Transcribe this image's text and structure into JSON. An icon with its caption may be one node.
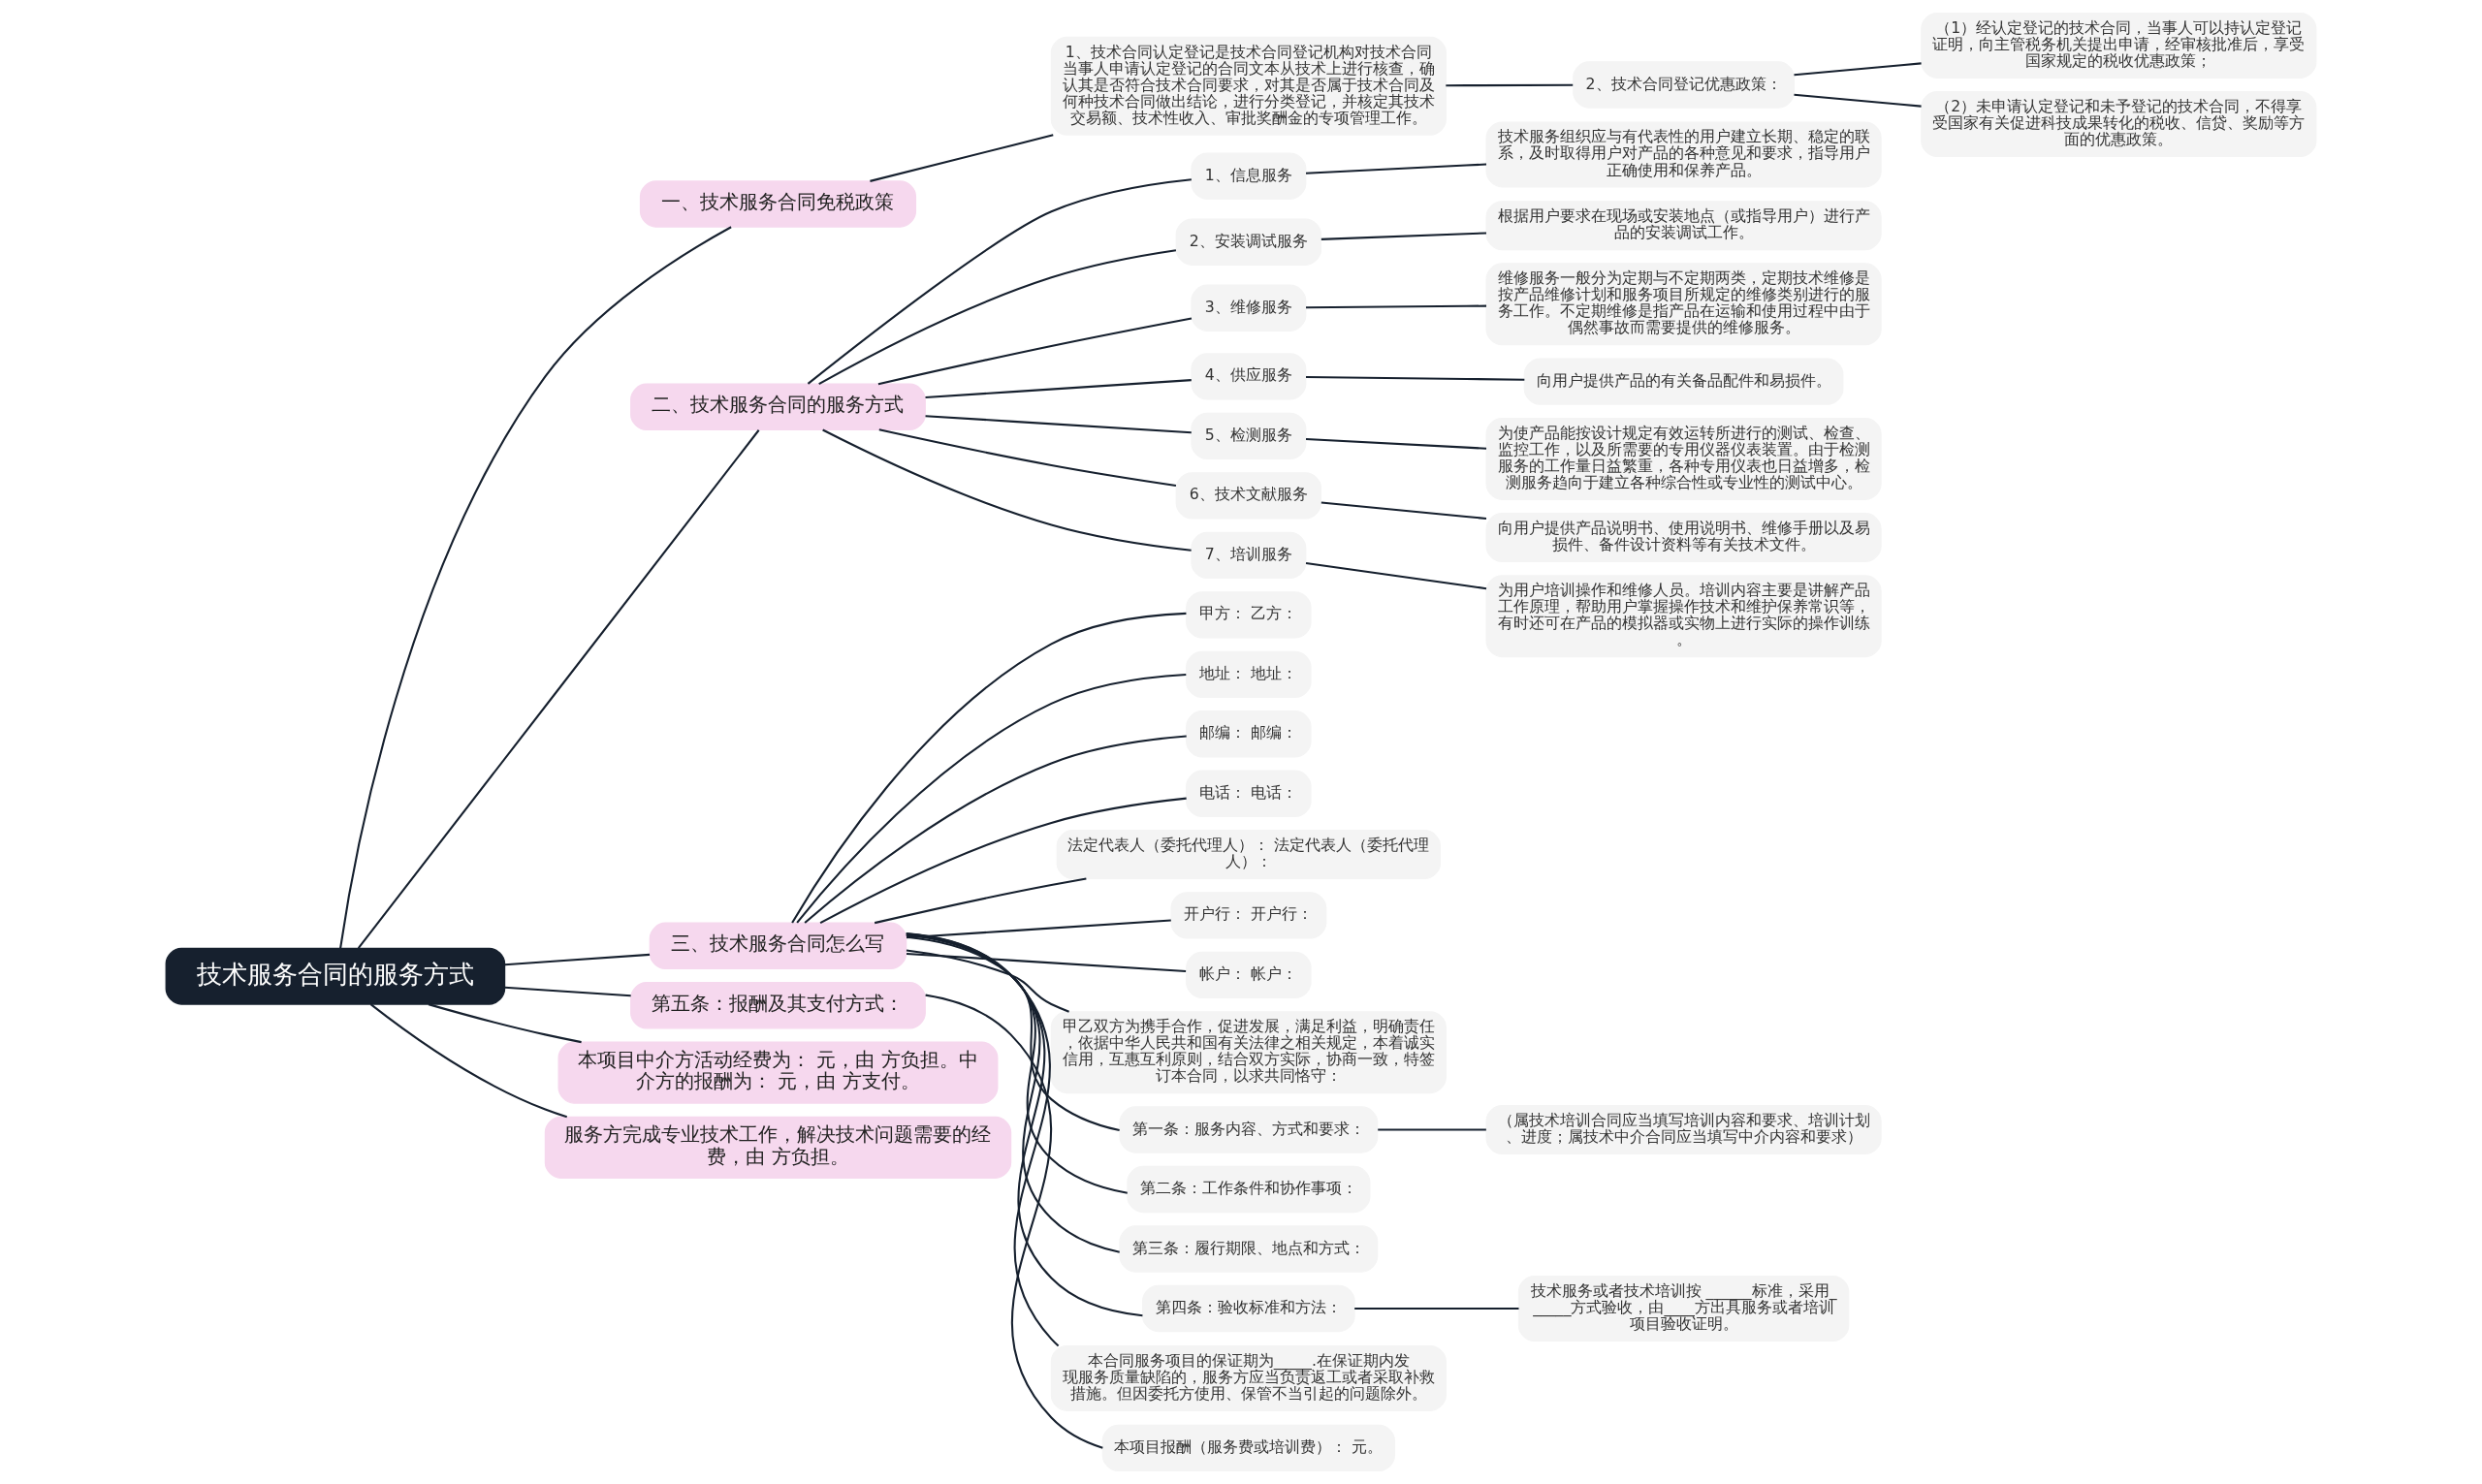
{
  "diagram": {
    "nodes": [
      {
        "text": [
          "技术服务合同的服务方式"
        ]
      },
      {
        "text": [
          "一、技术服务合同免税政策"
        ]
      },
      {
        "text": [
          "1、技术合同认定登记是技术合同登记机构对技术合同当事人申请认定登记的合同文本从技术上进行核查，确认其是否符合技术合同要求，对其是否属于技术合同及何种技术合同做出结论，进行分类登记，并核定其技术交易额、技术性收入、审批奖酬金的专项管理工作。"
        ]
      },
      {
        "text": [
          "2、技术合同登记优惠政策："
        ]
      },
      {
        "text": [
          "（1）经认定登记的技术合同，当事人可以持认定登记证明，向主管税务机关提出申请，经审核批准后，享受国家规定的税收优惠政策；"
        ]
      },
      {
        "text": [
          "（2）未申请认定登记和未予登记的技术合同，不得享受国家有关促进科技成果转化的税收、信贷、奖励等方面的优惠政策。"
        ]
      },
      {
        "text": [
          "二、技术服务合同的服务方式"
        ]
      },
      {
        "text": [
          "1、信息服务"
        ]
      },
      {
        "text": [
          "技术服务组织应与有代表性的用户建立长期、稳定的联系，及时取得用户对产品的各种意见和要求，指导用户正确使用和保养产品。"
        ]
      },
      {
        "text": [
          "2、安装调试服务"
        ]
      },
      {
        "text": [
          "根据用户要求在现场或安装地点（或指导用户）进行产品的安装调试工作。"
        ]
      },
      {
        "text": [
          "3、维修服务"
        ]
      },
      {
        "text": [
          "维修服务一般分为定期与不定期两类，定期技术维修是按产品维修计划和服务项目所规定的维修类别进行的服务工作。不定期维修是指产品在运输和使用过程中由于偶然事故而需要提供的维修服务。"
        ]
      },
      {
        "text": [
          "4、供应服务"
        ]
      },
      {
        "text": [
          "向用户提供产品的有关备品配件和易损件。"
        ]
      },
      {
        "text": [
          "5、检测服务"
        ]
      },
      {
        "text": [
          "为使产品能按设计规定有效运转所进行的测试、检查、监控工作，以及所需要的专用仪器仪表装置。由于检测服务的工作量日益繁重，各种专用仪表也日益增多，检测服务趋向于建立各种综合性或专业性的测试中心。"
        ]
      },
      {
        "text": [
          "6、技术文献服务"
        ]
      },
      {
        "text": [
          "向用户提供产品说明书、使用说明书、维修手册以及易损件、备件设计资料等有关技术文件。"
        ]
      },
      {
        "text": [
          "7、培训服务"
        ]
      },
      {
        "text": [
          "为用户培训操作和维修人员。培训内容主要是讲解产品工作原理，帮助用户掌握操作技术和维护保养常识等，有时还可在产品的模拟器或实物上进行实际的操作训练。"
        ]
      },
      {
        "text": [
          "三、技术服务合同怎么写"
        ]
      },
      {
        "text": [
          "甲方： 乙方："
        ]
      },
      {
        "text": [
          "地址： 地址："
        ]
      },
      {
        "text": [
          "邮编： 邮编："
        ]
      },
      {
        "text": [
          "电话： 电话："
        ]
      },
      {
        "text": [
          "法定代表人（委托代理人）： 法定代表人（委托代理人）："
        ]
      },
      {
        "text": [
          "开户行： 开户行："
        ]
      },
      {
        "text": [
          "帐户： 帐户："
        ]
      },
      {
        "text": [
          "甲乙双方为携手合作，促进发展，满足利益，明确责任，依据中华人民共和国有关法律之相关规定，本着诚实信用，互惠互利原则，结合双方实际，协商一致，特签订本合同，以求共同恪守："
        ]
      },
      {
        "text": [
          "第一条：服务内容、方式和要求："
        ]
      },
      {
        "text": [
          "（属技术培训合同应当填写培训内容和要求、培训计划、进度；属技术中介合同应当填写中介内容和要求）"
        ]
      },
      {
        "text": [
          "第二条：工作条件和协作事项："
        ]
      },
      {
        "text": [
          "第三条：履行期限、地点和方式："
        ]
      },
      {
        "text": [
          "第四条：验收标准和方法："
        ]
      },
      {
        "text": [
          "技术服务或者技术培训按 ______标准，采用______方式验收，由____方出具服务或者培训项目验收证明。"
        ]
      },
      {
        "text": [
          "本合同服务项目的保证期为_____.在保证期内发现服务质量缺陷的，服务方应当负责返工或者采取补救措施。但因委托方使用、保管不当引起的问题除外。"
        ]
      },
      {
        "text": [
          "第五条：报酬及其支付方式："
        ]
      },
      {
        "text": [
          "本项目报酬（服务费或培训费）： 元。"
        ]
      },
      {
        "text": [
          "本项目中介方活动经费为： 元，由 方负担。中介方的报酬为： 元，由 方支付。"
        ]
      },
      {
        "text": [
          "服务方完成专业技术工作，解决技术问题需要的经费，由 方负担。"
        ]
      }
    ],
    "edges": [
      {
        "from": 0,
        "to": 1,
        "arrow": "none"
      },
      {
        "from": 1,
        "to": 2,
        "arrow": "none"
      },
      {
        "from": 2,
        "to": 3,
        "arrow": "none"
      },
      {
        "from": 3,
        "to": 4,
        "arrow": "none"
      },
      {
        "from": 3,
        "to": 5,
        "arrow": "none"
      },
      {
        "from": 0,
        "to": 6,
        "arrow": "none"
      },
      {
        "from": 6,
        "to": 7,
        "arrow": "none"
      },
      {
        "from": 7,
        "to": 8,
        "arrow": "none"
      },
      {
        "from": 6,
        "to": 9,
        "arrow": "none"
      },
      {
        "from": 9,
        "to": 10,
        "arrow": "none"
      },
      {
        "from": 6,
        "to": 11,
        "arrow": "none"
      },
      {
        "from": 11,
        "to": 12,
        "arrow": "none"
      },
      {
        "from": 6,
        "to": 13,
        "arrow": "none"
      },
      {
        "from": 13,
        "to": 14,
        "arrow": "none"
      },
      {
        "from": 6,
        "to": 15,
        "arrow": "none"
      },
      {
        "from": 15,
        "to": 16,
        "arrow": "none"
      },
      {
        "from": 6,
        "to": 17,
        "arrow": "none"
      },
      {
        "from": 17,
        "to": 18,
        "arrow": "none"
      },
      {
        "from": 6,
        "to": 19,
        "arrow": "none"
      },
      {
        "from": 19,
        "to": 20,
        "arrow": "none"
      },
      {
        "from": 0,
        "to": 21,
        "arrow": "none"
      },
      {
        "from": 21,
        "to": 22,
        "arrow": "none"
      },
      {
        "from": 21,
        "to": 23,
        "arrow": "none"
      },
      {
        "from": 21,
        "to": 24,
        "arrow": "none"
      },
      {
        "from": 21,
        "to": 25,
        "arrow": "none"
      },
      {
        "from": 21,
        "to": 26,
        "arrow": "none"
      },
      {
        "from": 21,
        "to": 27,
        "arrow": "none"
      },
      {
        "from": 21,
        "to": 28,
        "arrow": "none"
      },
      {
        "from": 21,
        "to": 29,
        "arrow": "none"
      },
      {
        "from": 21,
        "to": 30,
        "arrow": "none"
      },
      {
        "from": 30,
        "to": 31,
        "arrow": "none"
      },
      {
        "from": 21,
        "to": 32,
        "arrow": "none"
      },
      {
        "from": 21,
        "to": 33,
        "arrow": "none"
      },
      {
        "from": 21,
        "to": 34,
        "arrow": "none"
      },
      {
        "from": 34,
        "to": 35,
        "arrow": "none"
      },
      {
        "from": 21,
        "to": 36,
        "arrow": "none"
      },
      {
        "from": 0,
        "to": 37,
        "arrow": "none"
      },
      {
        "from": 37,
        "to": 38,
        "arrow": "none"
      },
      {
        "from": 0,
        "to": 39,
        "arrow": "none"
      },
      {
        "from": 0,
        "to": 40,
        "arrow": "none"
      }
    ]
  }
}
